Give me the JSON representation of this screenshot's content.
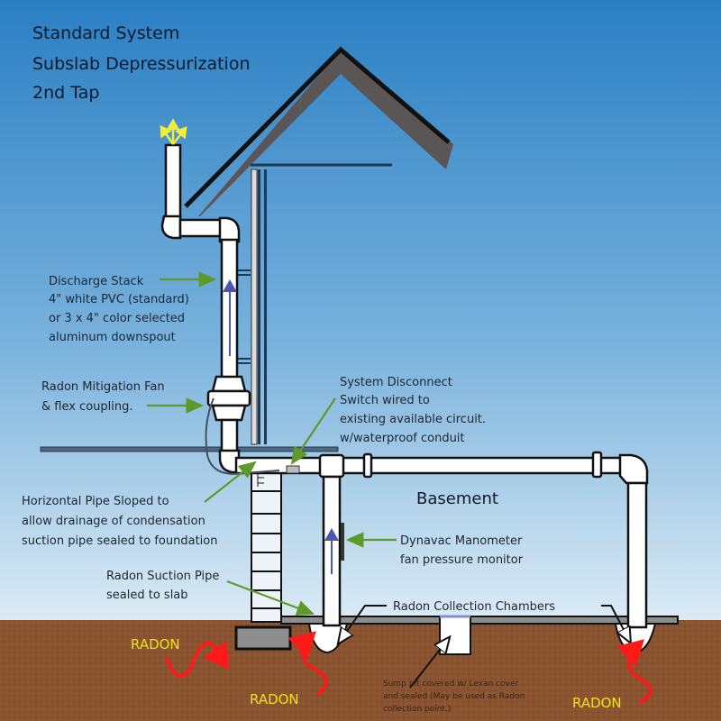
{
  "title": {
    "lines": [
      "Standard System",
      "Subslab Depressurization",
      "2nd Tap"
    ]
  },
  "labels": {
    "discharge_stack": [
      "Discharge Stack",
      "4\" white PVC (standard)",
      "or 3 x 4\" color selected",
      "aluminum downspout"
    ],
    "mitigation_fan": [
      "Radon Mitigation Fan",
      "& flex coupling."
    ],
    "disconnect_switch": [
      "System Disconnect",
      "Switch wired to",
      "existing available circuit.",
      "w/waterproof conduit"
    ],
    "horizontal_pipe": [
      "Horizontal Pipe Sloped to",
      "allow drainage of condensation",
      "suction pipe sealed to foundation"
    ],
    "suction_pipe": [
      "Radon Suction Pipe",
      "sealed to slab"
    ],
    "basement": "Basement",
    "manometer": [
      "Dynavac Manometer",
      "fan pressure monitor"
    ],
    "collection_chambers": "Radon Collection Chambers",
    "sump_pit": [
      "Sump pit covered w/ Lexan cover",
      "and sealed (May be used as Radon",
      "collection point.)"
    ],
    "radon": [
      "RADON",
      "RADON",
      "RADON"
    ]
  },
  "colors": {
    "sky_top": "#2a7fc4",
    "sky_bottom": "#d6e8f4",
    "soil": "#8a5430",
    "roof": "#5a5656",
    "pipe": "#ffffff",
    "outline": "#111111",
    "leader_green": "#5d9a2a",
    "radon_arrow": "#ff1a1a",
    "radon_text": "#f2e01a",
    "flow_arrow": "#4a56b0",
    "exhaust_arrow": "#f4ec3a"
  }
}
